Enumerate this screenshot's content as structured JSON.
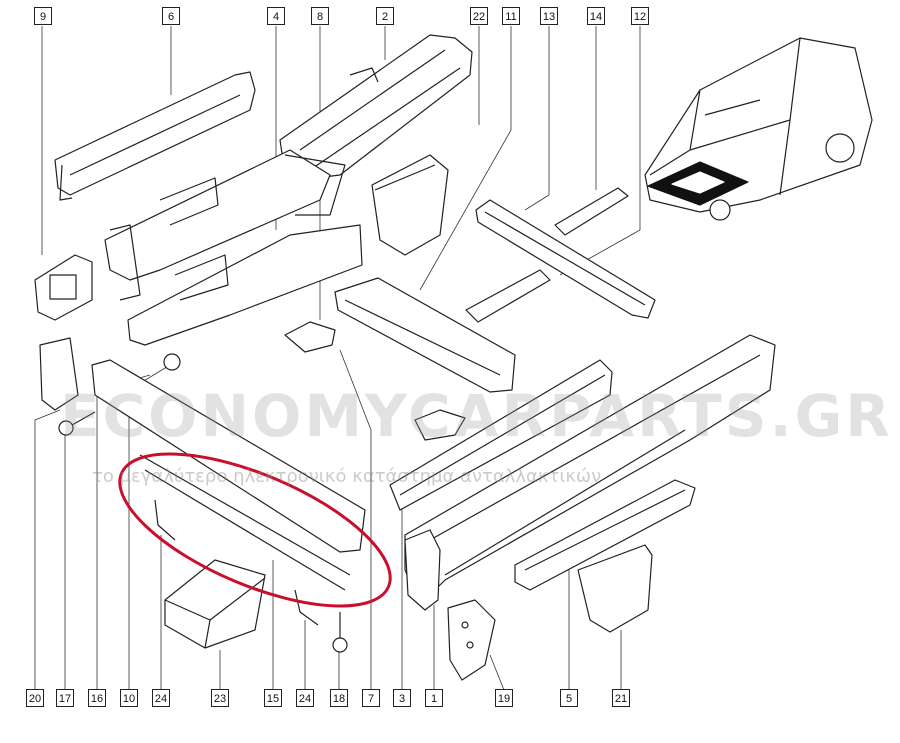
{
  "watermark": {
    "brand": "ECONOMYCARPARTS.GR",
    "tagline": "το μεγαλύτερο ηλεκτρονικό κατάστημα ανταλλακτικών"
  },
  "colors": {
    "line": "#222222",
    "highlight": "#c8102e",
    "black_part": "#111111"
  },
  "callouts": {
    "top": [
      "9",
      "6",
      "4",
      "8",
      "2",
      "22",
      "11",
      "13",
      "14",
      "12"
    ],
    "bottom": [
      "20",
      "17",
      "16",
      "10",
      "24",
      "23",
      "15",
      "24",
      "18",
      "7",
      "3",
      "1",
      "19",
      "5",
      "21"
    ]
  },
  "highlighted_part": "15"
}
